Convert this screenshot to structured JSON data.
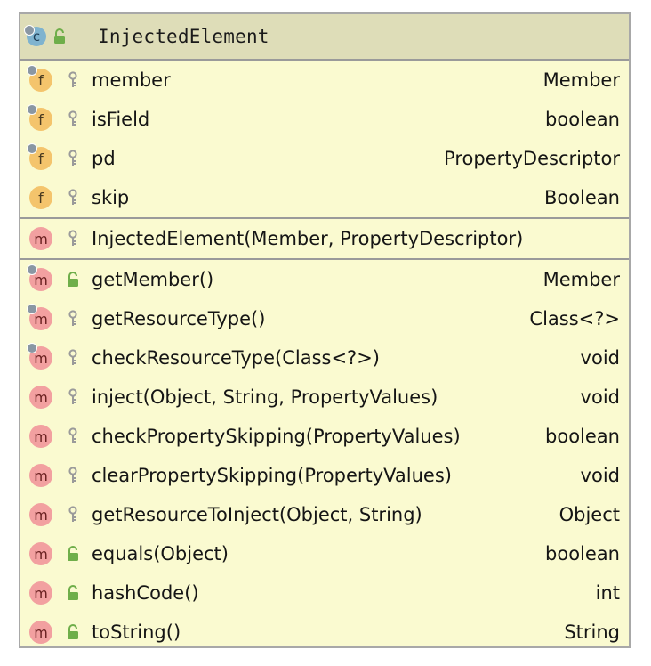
{
  "class": {
    "kind_letter": "c",
    "name": "InjectedElement",
    "visibility": "public"
  },
  "fields": [
    {
      "kind": "f",
      "abstract": true,
      "visibility": "private",
      "name": "member",
      "type": "Member"
    },
    {
      "kind": "f",
      "abstract": true,
      "visibility": "private",
      "name": "isField",
      "type": "boolean"
    },
    {
      "kind": "f",
      "abstract": true,
      "visibility": "private",
      "name": "pd",
      "type": "PropertyDescriptor"
    },
    {
      "kind": "f",
      "abstract": false,
      "visibility": "private",
      "name": "skip",
      "type": "Boolean"
    }
  ],
  "constructors": [
    {
      "kind": "m",
      "abstract": false,
      "visibility": "private",
      "name": "InjectedElement(Member, PropertyDescriptor)",
      "type": ""
    }
  ],
  "methods": [
    {
      "kind": "m",
      "abstract": true,
      "visibility": "public",
      "name": "getMember()",
      "type": "Member"
    },
    {
      "kind": "m",
      "abstract": true,
      "visibility": "private",
      "name": "getResourceType()",
      "type": "Class<?>"
    },
    {
      "kind": "m",
      "abstract": true,
      "visibility": "private",
      "name": "checkResourceType(Class<?>)",
      "type": "void"
    },
    {
      "kind": "m",
      "abstract": false,
      "visibility": "private",
      "name": "inject(Object, String, PropertyValues)",
      "type": "void"
    },
    {
      "kind": "m",
      "abstract": false,
      "visibility": "private",
      "name": "checkPropertySkipping(PropertyValues)",
      "type": "boolean"
    },
    {
      "kind": "m",
      "abstract": false,
      "visibility": "private",
      "name": "clearPropertySkipping(PropertyValues)",
      "type": "void"
    },
    {
      "kind": "m",
      "abstract": false,
      "visibility": "private",
      "name": "getResourceToInject(Object, String)",
      "type": "Object"
    },
    {
      "kind": "m",
      "abstract": false,
      "visibility": "public",
      "name": "equals(Object)",
      "type": "boolean"
    },
    {
      "kind": "m",
      "abstract": false,
      "visibility": "public",
      "name": "hashCode()",
      "type": "int"
    },
    {
      "kind": "m",
      "abstract": false,
      "visibility": "public",
      "name": "toString()",
      "type": "String"
    }
  ],
  "colors": {
    "header_bg": "#deddb8",
    "body_bg": "#fafad0",
    "field_icon": "#f4c46c",
    "method_icon": "#f2a0a0",
    "class_icon": "#7fb3cf",
    "public_lock": "#6fae4a",
    "private_key": "#9a9a9a"
  }
}
